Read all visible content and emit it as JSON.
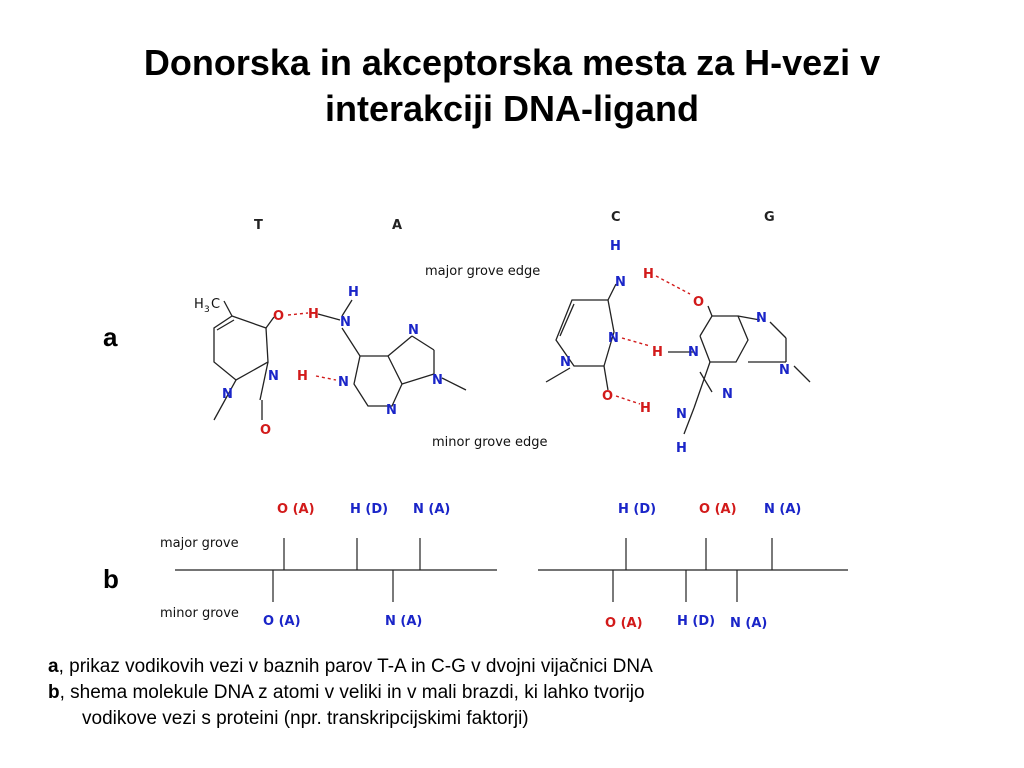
{
  "title": {
    "line1": "Donorska in akceptorska mesta za H-vezi v",
    "line2": "interakciji DNA-ligand"
  },
  "panel_labels": {
    "a": "a",
    "b": "b"
  },
  "figure_a": {
    "base_T": "T",
    "base_A": "A",
    "base_C": "C",
    "base_G": "G",
    "major_edge": "major grove edge",
    "minor_edge": "minor grove edge",
    "atoms": {
      "N": "N",
      "O": "O",
      "H": "H",
      "methyl": "H",
      "methyl_sub": "3",
      "methyl_c": "C"
    }
  },
  "figure_b": {
    "major_grove": "major grove",
    "minor_grove": "minor grove",
    "ta_major_sites": [
      "O (A)",
      "H (D)",
      "N (A)"
    ],
    "ta_minor_sites": [
      "O (A)",
      "N (A)"
    ],
    "cg_major_sites": [
      "H (D)",
      "O (A)",
      "N (A)"
    ],
    "cg_minor_sites": [
      "O (A)",
      "H (D)",
      "N (A)"
    ]
  },
  "caption": {
    "a_key": "a",
    "a_text": ",  prikaz vodikovih vezi v baznih parov T-A in C-G v dvojni vijačnici DNA",
    "b_key": "b",
    "b_text": ", shema molekule DNA z atomi v veliki in v mali brazdi, ki lahko tvorijo",
    "b_text2": "vodikove vezi s proteini (npr. transkripcijskimi faktorji)"
  },
  "colors": {
    "donor_acceptor_red": "#d21a1a",
    "nitrogen_blue": "#1a25c8"
  }
}
